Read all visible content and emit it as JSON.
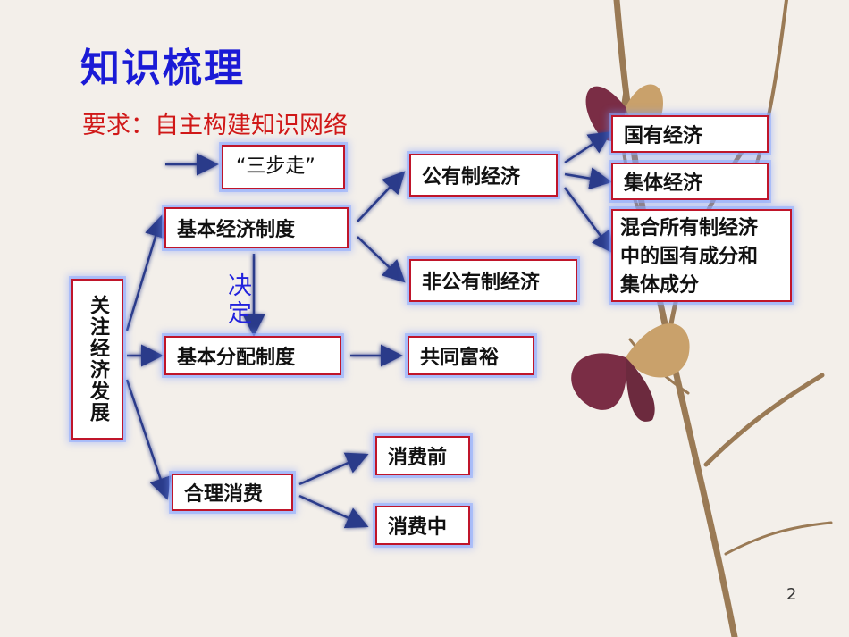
{
  "slide": {
    "title": "知识梳理",
    "subtitle": "要求：自主构建知识网络",
    "page_number": "2"
  },
  "diagram": {
    "root": "关注经济发展",
    "three_steps": "“三步走”",
    "basic_economic_system": "基本经济制度",
    "public_economy": "公有制经济",
    "non_public_economy": "非公有制经济",
    "state_owned_economy": "国有经济",
    "collective_economy": "集体经济",
    "mixed_ownership": "混合所有制经济\n中的国有成分和\n集体成分",
    "decide_label": "决定",
    "basic_distribution_system": "基本分配制度",
    "common_prosperity": "共同富裕",
    "rational_consumption": "合理消费",
    "before_consumption": "消费前",
    "during_consumption": "消费中"
  },
  "colors": {
    "title": "#1a1ad6",
    "subtitle": "#d01818",
    "box_border": "#c0152a",
    "arrow": "#2a3a8a",
    "glow": "#8aa6ff"
  }
}
